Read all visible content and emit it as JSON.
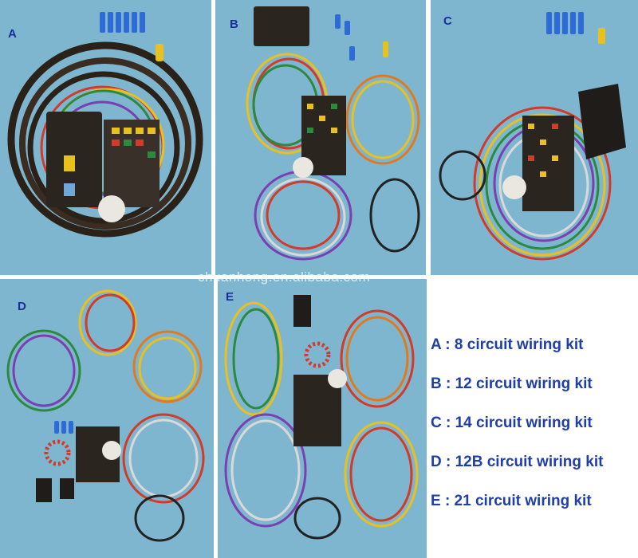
{
  "panels": [
    {
      "letter": "A"
    },
    {
      "letter": "B"
    },
    {
      "letter": "C"
    },
    {
      "letter": "D"
    },
    {
      "letter": "E"
    }
  ],
  "watermark": "chuanhong.en.alibaba.com",
  "legend": [
    "A : 8 circuit wiring kit",
    "B : 12 circuit wiring kit",
    "C : 14  circuit wiring kit",
    "D : 12B circuit wiring kit",
    "E : 21 circuit wiring kit"
  ],
  "colors": {
    "panel_background": "#7fb6cf",
    "legend_text": "#1f3ea8",
    "fuse_block": "#2b2520",
    "connector_blue": "#2f6bd6"
  }
}
